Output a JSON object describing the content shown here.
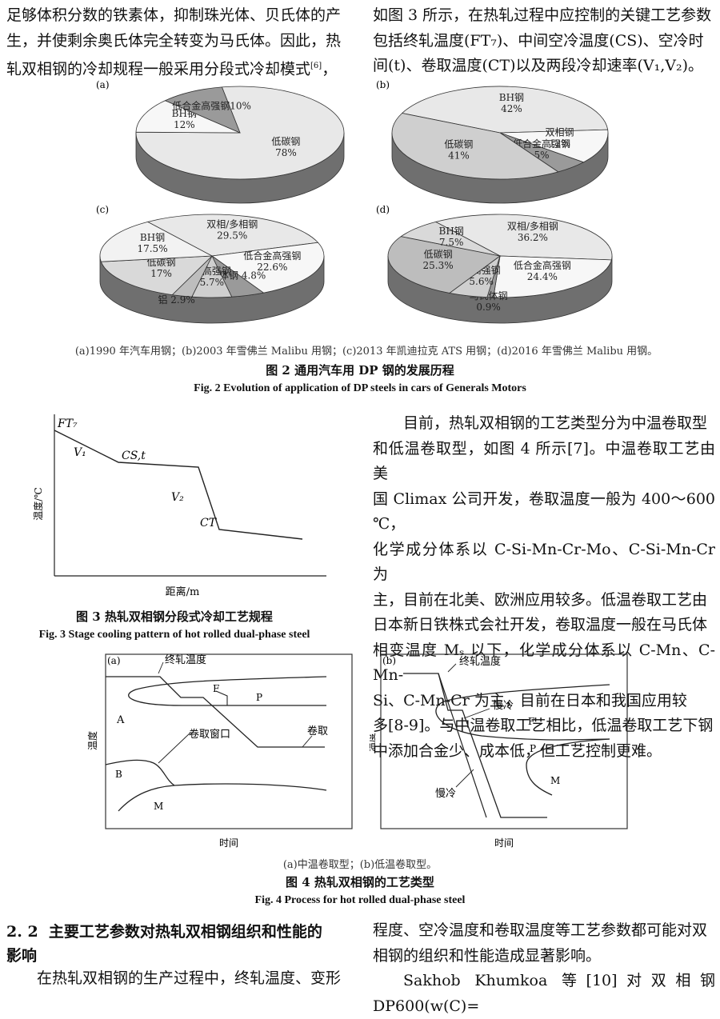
{
  "top_left": {
    "lines": [
      "足够体积分数的铁素体，抑制珠光体、贝氏体的产",
      "生，并使剩余奥氏体完全转变为马氏体。因此，热",
      "轧双相钢的冷却规程一般采用分段式冷却模式"
    ],
    "cite": "[6]",
    "tail": "，"
  },
  "top_right": {
    "lines": [
      "如图 3 所示，在热轧过程中应控制的关键工艺参数",
      "包括终轧温度(FT₇)、中间空冷温度(CS)、空冷时",
      "间(t)、卷取温度(CT)以及两段冷却速率(V₁,V₂)。"
    ]
  },
  "fig2": {
    "panels": [
      "(a)",
      "(b)",
      "(c)",
      "(d)"
    ],
    "subcaption": "(a)1990 年汽车用钢；(b)2003 年雪佛兰 Malibu 用钢；(c)2013 年凯迪拉克 ATS 用钢；(d)2016 年雪佛兰 Malibu 用钢。",
    "caption_zh": "图 2   通用汽车用 DP 钢的发展历程",
    "caption_en": "Fig. 2   Evolution of application of DP steels in cars of Generals Motors"
  },
  "chart_data": [
    {
      "type": "pie",
      "title": "",
      "categories": [
        "低碳钢",
        "BH钢",
        "低合金高强钢"
      ],
      "values": [
        78,
        12,
        10
      ],
      "labels": [
        "低碳钢\n78%",
        "BH钢\n12%",
        "低合金高强钢10%"
      ]
    },
    {
      "type": "pie",
      "title": "",
      "categories": [
        "BH钢",
        "双相钢",
        "低合金高强钢",
        "低碳钢"
      ],
      "values": [
        42,
        12,
        5,
        41
      ],
      "labels": [
        "BH钢\n42%",
        "双相钢\n12%",
        "低合金高强钢\n5%",
        "低碳钢\n41%"
      ]
    },
    {
      "type": "pie",
      "title": "",
      "categories": [
        "双相/多相钢",
        "低合金高强钢",
        "马氏体钢",
        "超高强钢",
        "铝",
        "低碳钢",
        "BH钢"
      ],
      "values": [
        29.5,
        22.6,
        4.8,
        5.7,
        2.9,
        17,
        17.5
      ],
      "labels": [
        "双相/多相钢\n29.5%",
        "低合金高强钢\n22.6%",
        "马氏体钢 4.8%",
        "超高强钢\n5.7%",
        "铝 2.9%",
        "低碳钢\n17%",
        "BH钢\n17.5%"
      ]
    },
    {
      "type": "pie",
      "title": "",
      "categories": [
        "双相/多相钢",
        "低合金高强钢",
        "马氏体钢",
        "超高强钢",
        "低碳钢",
        "BH钢"
      ],
      "values": [
        36.2,
        24.4,
        0.9,
        5.6,
        25.3,
        7.5
      ],
      "labels": [
        "双相/多相钢\n36.2%",
        "低合金高强钢\n24.4%",
        "马氏体钢\n0.9%",
        "超高强钢\n5.6%",
        "低碳钢\n25.3%",
        "BH钢\n7.5%"
      ]
    }
  ],
  "fig3": {
    "labels": {
      "ft7": "FT₇",
      "v1": "V₁",
      "cst": "CS,t",
      "v2": "V₂",
      "ct": "CT"
    },
    "ylabel": "温度/℃",
    "xlabel": "距离/m",
    "caption_zh": "图 3   热轧双相钢分段式冷却工艺规程",
    "caption_en": "Fig. 3   Stage cooling pattern of hot rolled dual-phase steel"
  },
  "mid_right": {
    "lines": [
      "目前，热轧双相钢的工艺类型分为中温卷取型",
      "和低温卷取型，如图 4 所示[7]。中温卷取工艺由美",
      "国 Climax 公司开发，卷取温度一般为 400～600 ℃，",
      "化学成分体系以 C-Si-Mn-Cr-Mo、C-Si-Mn-Cr 为",
      "主，目前在北美、欧洲应用较多。低温卷取工艺由",
      "日本新日铁株式会社开发，卷取温度一般在马氏体",
      "相变温度 Mₛ 以下，化学成分体系以 C-Mn、C-Mn-",
      "Si、C-Mn-Cr 为主，目前在日本和我国应用较",
      "多[8-9]。与中温卷取工艺相比，低温卷取工艺下钢",
      "中添加合金少、成本低，但工艺控制更难。"
    ]
  },
  "fig4": {
    "a": {
      "tag": "(a)",
      "finish": "终轧温度",
      "F": "F",
      "P": "P",
      "A": "A",
      "window": "卷取窗口",
      "coil": "卷取",
      "B": "B",
      "M": "M",
      "ylabel": "温度",
      "xlabel": "时间"
    },
    "b": {
      "tag": "(b)",
      "finish": "终轧温度",
      "slow": "慢冷",
      "F": "F",
      "P": "P",
      "M": "M",
      "fast": "慢冷",
      "ylabel": "温度",
      "xlabel": "时间"
    },
    "subcaption": "(a)中温卷取型；(b)低温卷取型。",
    "caption_zh": "图 4   热轧双相钢的工艺类型",
    "caption_en": "Fig. 4   Process for hot rolled dual-phase steel"
  },
  "section": {
    "heading_num": "2. 2",
    "heading_line1": "主要工艺参数对热轧双相钢组织和性能的",
    "heading_line2": "影响",
    "left_para": "在热轧双相钢的生产过程中，终轧温度、变形",
    "right_lines": [
      "程度、空冷温度和卷取温度等工艺参数都可能对双",
      "相钢的组织和性能造成显著影响。",
      "Sakhob Khumkoa 等[10]对双相钢 DP600(w(C)="
    ]
  }
}
